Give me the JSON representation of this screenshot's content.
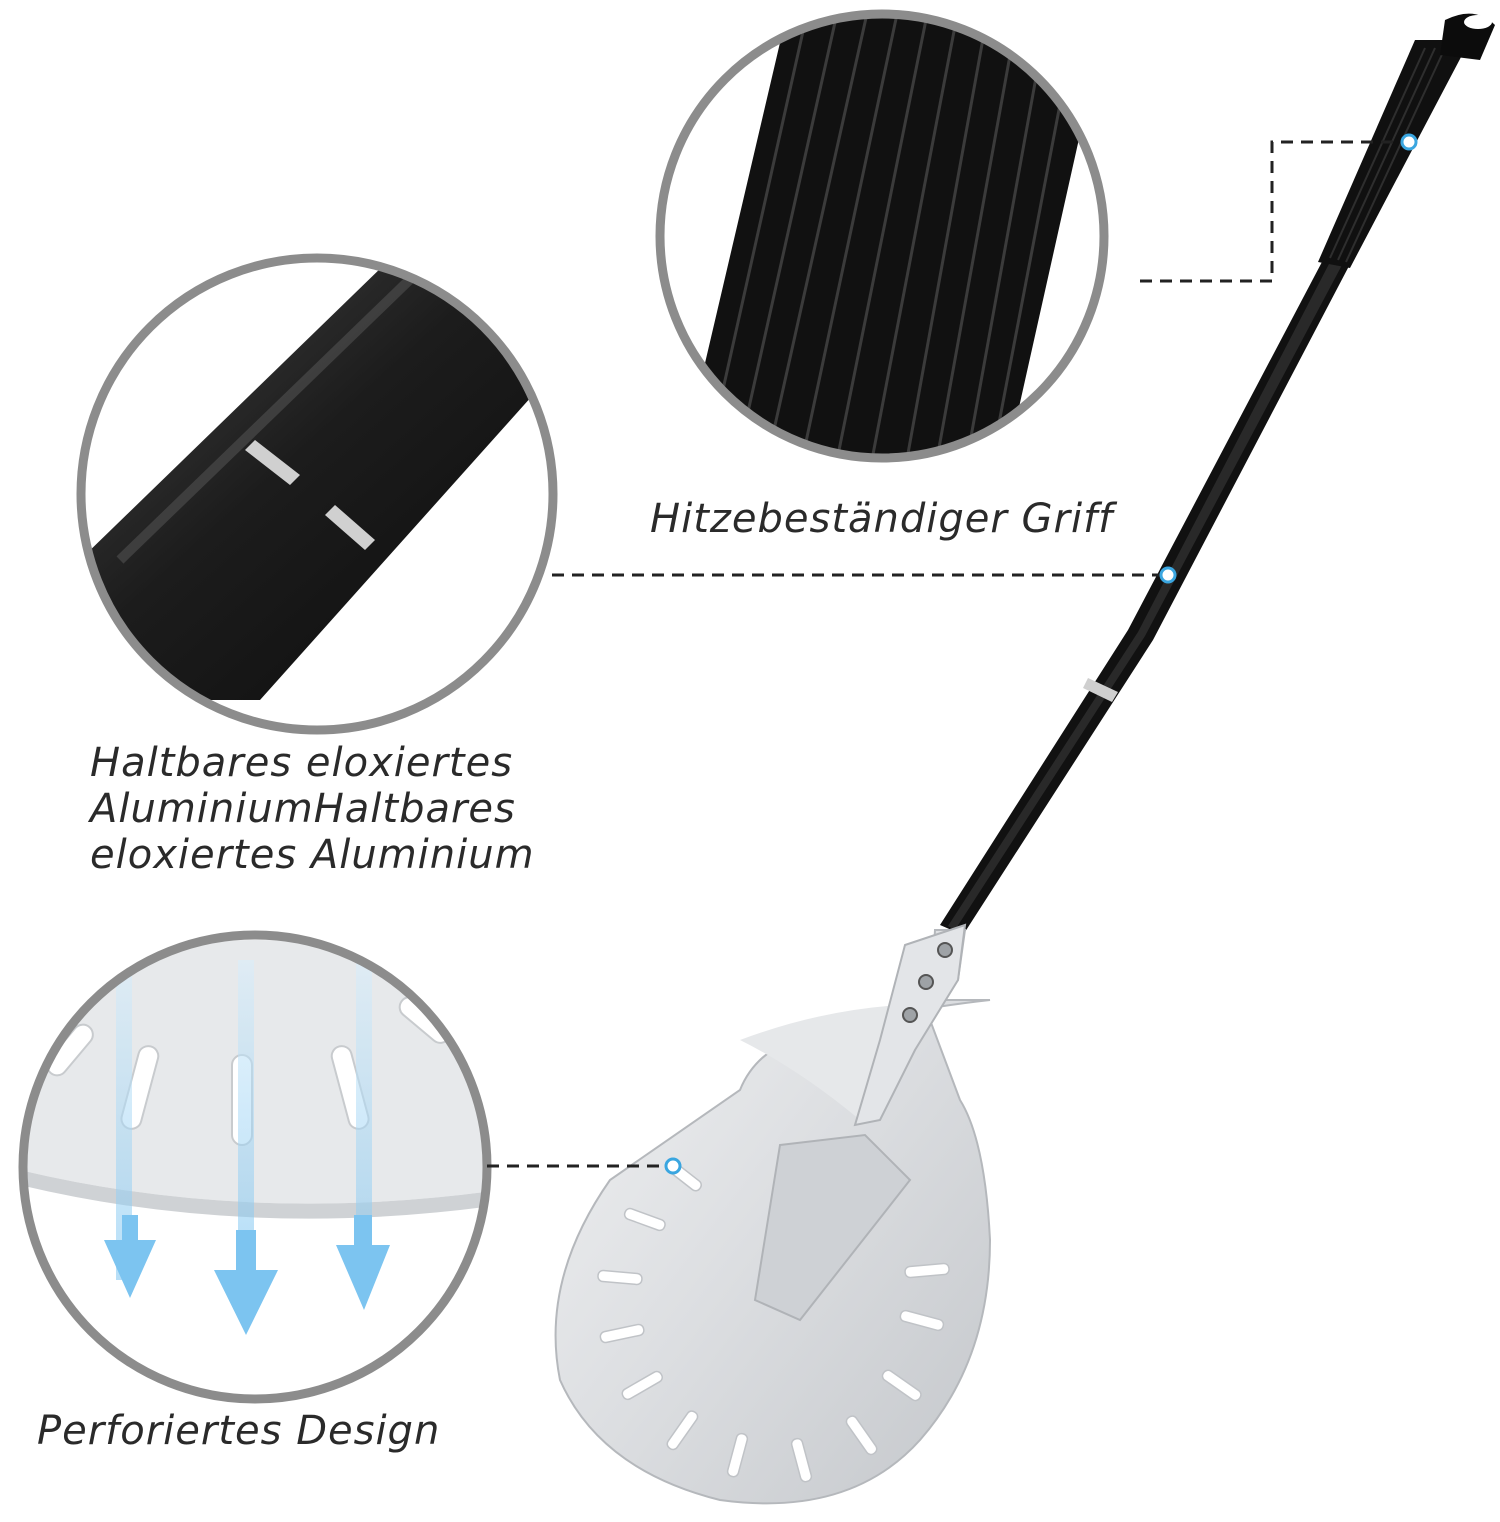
{
  "callouts": {
    "grip": {
      "label": "Hitzebeständiger Griff"
    },
    "aluminium": {
      "lines": [
        "Haltbares eloxiertes",
        "AluminiumHaltbares",
        "eloxiertes Aluminium"
      ]
    },
    "perforation": {
      "label": "Perforiertes Design"
    }
  },
  "icons": [
    "callout-dot-icon",
    "airflow-arrow-icon"
  ],
  "colors": {
    "callout_circle": "#8c8c8c",
    "callout_dot": "#3aa6e0",
    "handle": "#1a1a1a",
    "peel_aluminium": "#d9dbde",
    "airflow_arrow": "#8fcdf3",
    "caption_text": "#2a2a2a"
  }
}
